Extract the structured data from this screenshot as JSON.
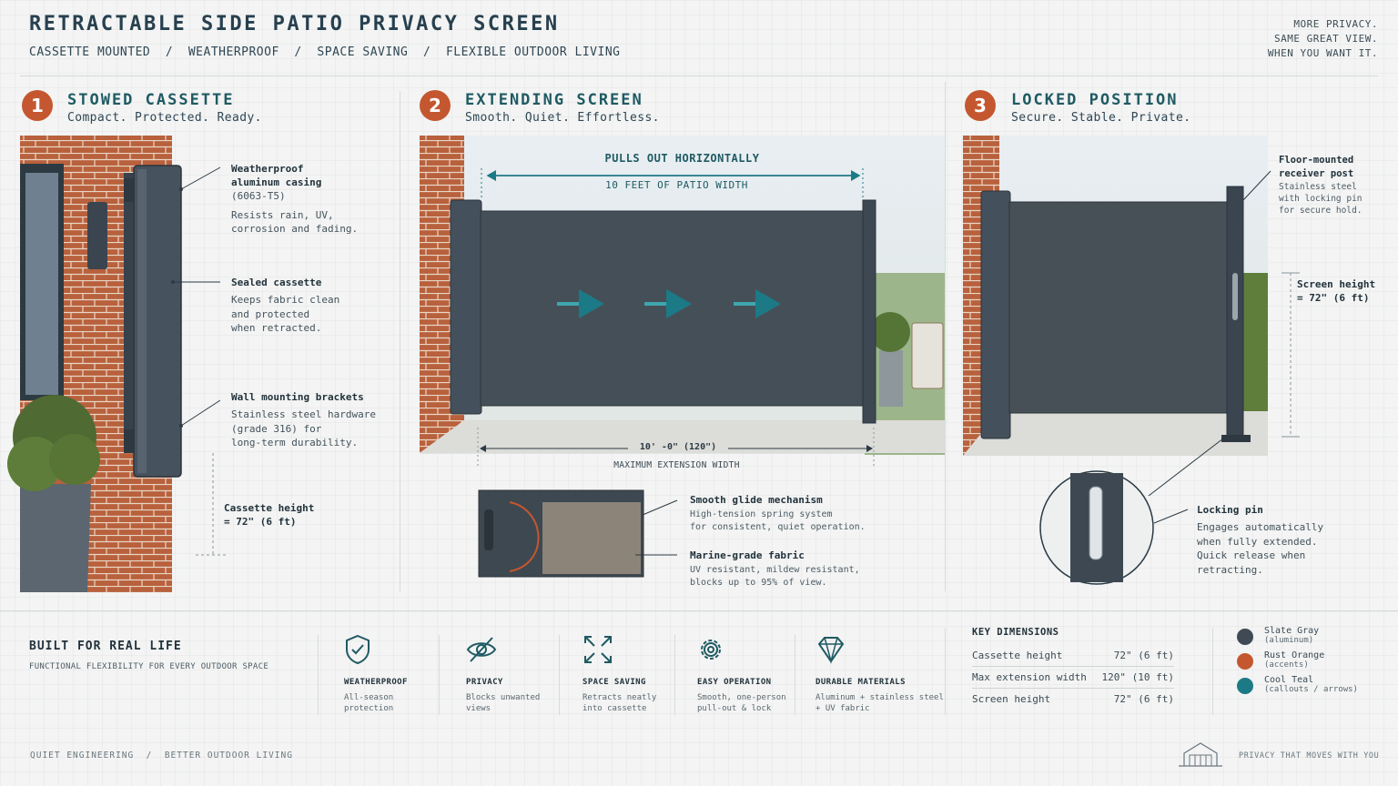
{
  "header": {
    "title": "RETRACTABLE SIDE PATIO PRIVACY SCREEN",
    "subtitle": "CASSETTE MOUNTED  /  WEATHERPROOF  /  SPACE SAVING  /  FLEXIBLE OUTDOOR LIVING",
    "tagline": [
      "MORE PRIVACY.",
      "SAME GREAT VIEW.",
      "WHEN YOU WANT IT."
    ]
  },
  "steps": [
    {
      "num": "1",
      "title": "STOWED CASSETTE",
      "sub": "Compact. Protected. Ready."
    },
    {
      "num": "2",
      "title": "EXTENDING SCREEN",
      "sub": "Smooth. Quiet. Effortless."
    },
    {
      "num": "3",
      "title": "LOCKED POSITION",
      "sub": "Secure. Stable. Private."
    }
  ],
  "panel1": {
    "casing_title": [
      "Weatherproof",
      "aluminum casing"
    ],
    "casing_spec": "(6063-T5)",
    "casing_text": [
      "Resists rain, UV,",
      "corrosion and fading."
    ],
    "sealed_title": "Sealed cassette",
    "sealed_text": [
      "Keeps fabric clean",
      "and protected",
      "when retracted."
    ],
    "brackets_title": "Wall mounting brackets",
    "brackets_text": [
      "Stainless steel hardware",
      "(grade 316) for",
      "long-term durability."
    ],
    "height_title": [
      "Cassette height",
      "= 72\" (6 ft)"
    ]
  },
  "panel2": {
    "pulls_label": "PULLS OUT HORIZONTALLY",
    "width_label": "10 FEET OF PATIO WIDTH",
    "ext_label": "10' -0\" (120\")",
    "ext_caption": "MAXIMUM EXTENSION WIDTH",
    "glide_title": "Smooth glide mechanism",
    "glide_text": [
      "High-tension spring system",
      "for consistent, quiet operation."
    ],
    "fabric_title": "Marine-grade fabric",
    "fabric_text": [
      "UV resistant, mildew resistant,",
      "blocks up to 95% of view."
    ]
  },
  "panel3": {
    "post_title": [
      "Floor-mounted",
      "receiver post"
    ],
    "post_text": [
      "Stainless steel",
      "with locking pin",
      "for secure hold."
    ],
    "screen_h_title": [
      "Screen height",
      "= 72\" (6 ft)"
    ],
    "pin_title": "Locking pin",
    "pin_text": [
      "Engages automatically",
      "when fully extended.",
      "Quick release when",
      "retracting."
    ]
  },
  "bottom": {
    "built_title": "BUILT FOR REAL LIFE",
    "built_sub": "FUNCTIONAL FLEXIBILITY FOR EVERY OUTDOOR SPACE",
    "features": [
      {
        "icon": "shield-check-icon",
        "title": "WEATHERPROOF",
        "text": [
          "All-season",
          "protection"
        ]
      },
      {
        "icon": "eye-slash-icon",
        "title": "PRIVACY",
        "text": [
          "Blocks unwanted",
          "views"
        ]
      },
      {
        "icon": "expand-arrows-icon",
        "title": "SPACE SAVING",
        "text": [
          "Retracts neatly",
          "into cassette"
        ]
      },
      {
        "icon": "gear-icon",
        "title": "EASY OPERATION",
        "text": [
          "Smooth, one-person",
          "pull-out & lock"
        ]
      },
      {
        "icon": "diamond-icon",
        "title": "DURABLE MATERIALS",
        "text": [
          "Aluminum + stainless steel",
          "+ UV fabric"
        ]
      }
    ],
    "key_dims_title": "KEY DIMENSIONS",
    "key_dims": [
      {
        "label": "Cassette height",
        "value": "72\" (6 ft)"
      },
      {
        "label": "Max extension width",
        "value": "120\" (10 ft)"
      },
      {
        "label": "Screen height",
        "value": "72\" (6 ft)"
      }
    ],
    "colors": [
      {
        "name": "Slate Gray",
        "note": "(aluminum)",
        "hex": "#3f4a55"
      },
      {
        "name": "Rust Orange",
        "note": "(accents)",
        "hex": "#c4572f"
      },
      {
        "name": "Cool Teal",
        "note": "(callouts / arrows)",
        "hex": "#1c7a86"
      }
    ]
  },
  "footer": {
    "left": "QUIET ENGINEERING  /  BETTER OUTDOOR LIVING",
    "right": "PRIVACY THAT MOVES WITH YOU"
  }
}
